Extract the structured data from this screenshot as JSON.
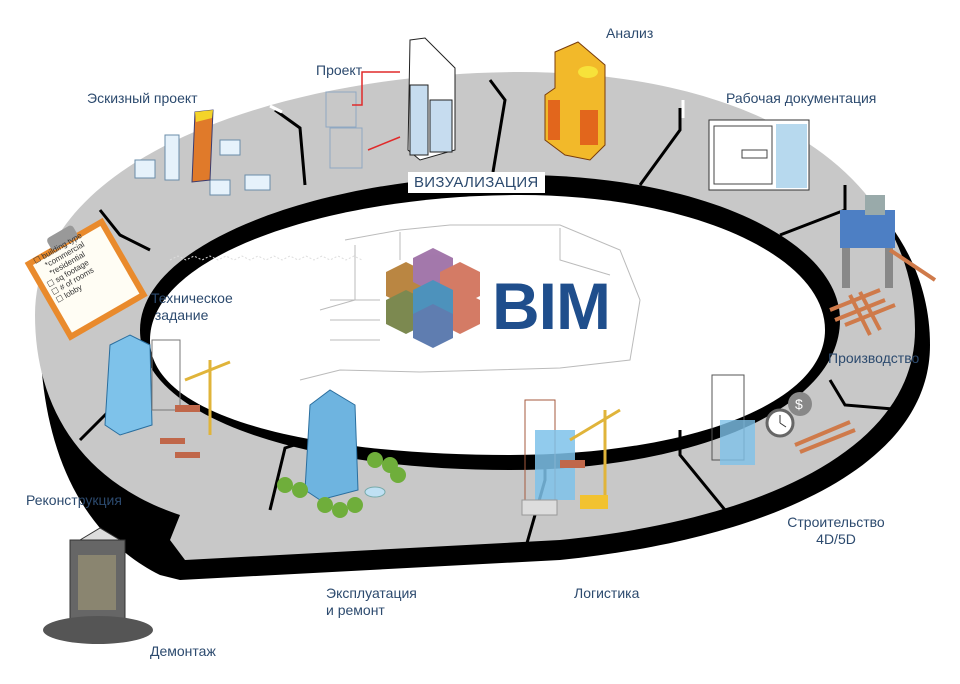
{
  "title": "BIM",
  "center_label": "ВИЗУАЛИЗАЦИЯ",
  "stages": [
    {
      "id": "concept",
      "label": "Эскизный  проект",
      "icon": "concept-massing-icon"
    },
    {
      "id": "design",
      "label": "Проект",
      "icon": "design-tower-icon"
    },
    {
      "id": "analysis",
      "label": "Анализ",
      "icon": "analysis-heatmap-tower-icon"
    },
    {
      "id": "docs",
      "label": "Рабочая документация",
      "icon": "floor-plan-icon"
    },
    {
      "id": "fabrication",
      "label": "Производство",
      "icon": "fabrication-machine-icon"
    },
    {
      "id": "construction",
      "label_lines": [
        "Строительство",
        "4D/5D"
      ],
      "icon": "construction-time-cost-icon"
    },
    {
      "id": "logistics",
      "label": "Логистика",
      "icon": "logistics-crane-icon"
    },
    {
      "id": "operation",
      "label_lines": [
        "Эксплуатация",
        "и ремонт"
      ],
      "icon": "operation-building-park-icon"
    },
    {
      "id": "demolition",
      "label": "Демонтаж",
      "icon": "demolition-ruins-icon"
    },
    {
      "id": "renovation",
      "label": "Реконструкция",
      "icon": "renovation-crane-icon"
    },
    {
      "id": "brief",
      "label_lines": [
        "Техническое",
        " задание"
      ],
      "icon": "clipboard-brief-icon"
    }
  ],
  "clipboard_items": [
    "☐ building type",
    "*commercial",
    "*residential",
    "☐ sq footage",
    "☐ # of rooms",
    "☐ lobby"
  ],
  "colors": {
    "ring_top": "#c8c8c8",
    "ring_edge": "#000000",
    "label_text": "#2c4a6e",
    "bim_blue": "#1f4e8c"
  }
}
